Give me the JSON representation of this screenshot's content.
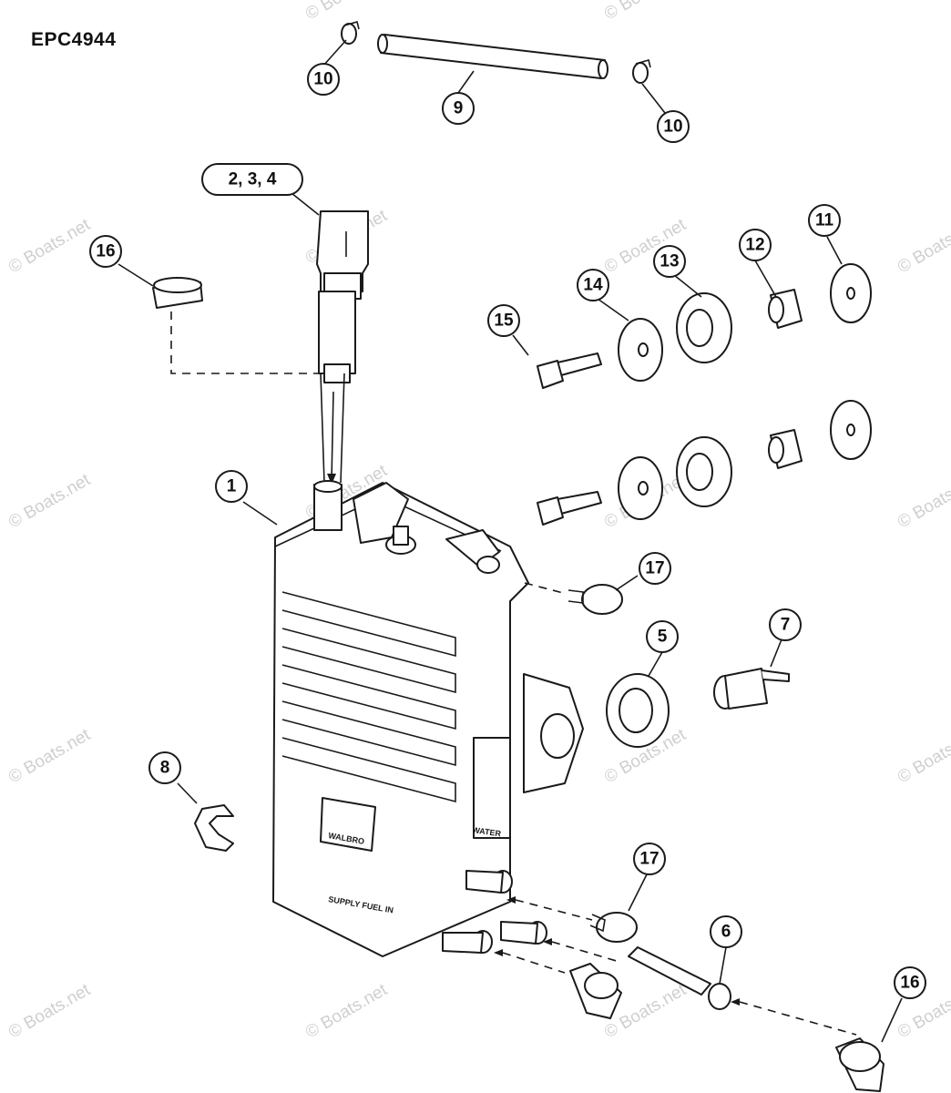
{
  "doc_id": "EPC4944",
  "watermark": "© Boats.net",
  "housing_labels": {
    "brand": "WALBRO",
    "water": "WATER",
    "supply": "SUPPLY FUEL IN"
  },
  "callouts": [
    {
      "id": "c-10a",
      "label": "10"
    },
    {
      "id": "c-9",
      "label": "9"
    },
    {
      "id": "c-10b",
      "label": "10"
    },
    {
      "id": "c-234",
      "label": "2, 3, 4"
    },
    {
      "id": "c-16a",
      "label": "16"
    },
    {
      "id": "c-11",
      "label": "11"
    },
    {
      "id": "c-12",
      "label": "12"
    },
    {
      "id": "c-13",
      "label": "13"
    },
    {
      "id": "c-14",
      "label": "14"
    },
    {
      "id": "c-15",
      "label": "15"
    },
    {
      "id": "c-1",
      "label": "1"
    },
    {
      "id": "c-17a",
      "label": "17"
    },
    {
      "id": "c-5",
      "label": "5"
    },
    {
      "id": "c-7",
      "label": "7"
    },
    {
      "id": "c-8",
      "label": "8"
    },
    {
      "id": "c-17b",
      "label": "17"
    },
    {
      "id": "c-6",
      "label": "6"
    },
    {
      "id": "c-16b",
      "label": "16"
    }
  ]
}
